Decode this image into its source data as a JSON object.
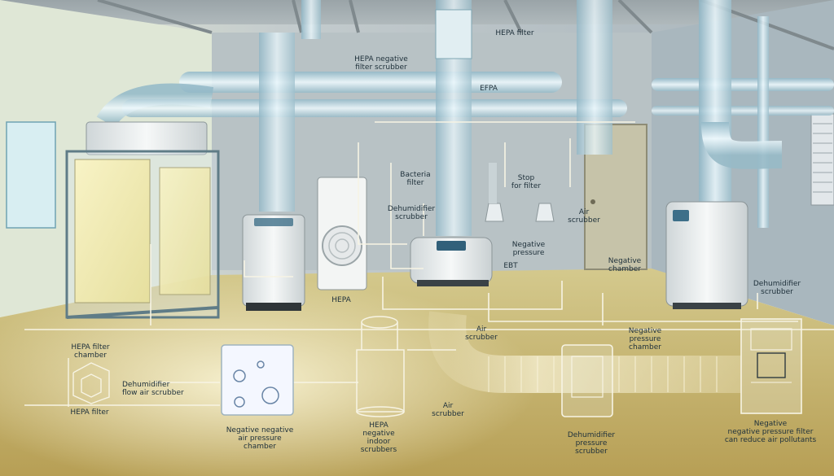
{
  "labels": {
    "hepa_filter_top": "HEPA filter",
    "hepa_negative_filter": "HEPA negative\nfilter scrubber",
    "efpa": "EFPA",
    "bacteria_filter": "Bacteria\nfilter",
    "dehumidifier_scrubber": "Dehumidifier\nscrubber",
    "stop_filter": "Stop\nfor filter",
    "air_scrubber": "Air\nscrubber",
    "negative_pressure": "Negative\npressure",
    "ebt": "EBT",
    "negative_chamber": "Negative\nchamber",
    "hepa_floor": "HEPA",
    "dehumidifier_right": "Dehumidifier\nscrubber",
    "hepa_filter_chamber": "HEPA filter\nchamber",
    "dehumidifier_air_scrubber": "Dehumidifier\nflow air scrubber",
    "hepa_filter_left": "HEPA filter",
    "air_scrubber_floor": "Air\nscrubber",
    "negative_pressure_chamber": "Negative\npressure\nchamber",
    "air_scrubber_bottom": "Air\nscrubber",
    "negative_pressure_chamber_bottom": "Negative negative\nair pressure\nchamber",
    "hepa_negative_scrubbers": "HEPA\nnegative\nindoor\nscrubbers",
    "dehumidifier_pressure_scrubber": "Dehumidifier\npressure\nscrubber",
    "negative_pressure_filter": "Negative\nnegative pressure filter\ncan reduce air pollutants"
  },
  "colors": {
    "floor": "#c8b46a",
    "wall": "#b9c3c6",
    "line": "#f4f0d8",
    "glow": "#e8f6ff"
  }
}
